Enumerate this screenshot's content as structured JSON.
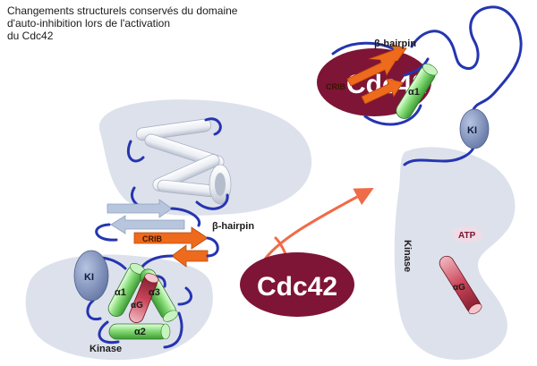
{
  "caption": {
    "line1": "Changements structurels conservés du domaine",
    "line2": "d'auto-inhibition lors de l'activation",
    "line3": "du Cdc42"
  },
  "left": {
    "beta_hairpin": "β-hairpin",
    "crib": "CRIB",
    "ki": "KI",
    "alpha1": "α1",
    "alpha3": "α3",
    "alphaG": "αG",
    "alpha2": "α2",
    "kinase": "Kinase"
  },
  "center": {
    "cdc42": "Cdc42"
  },
  "right": {
    "beta_hairpin": "β-hairpin",
    "cdc42": "Cdc42",
    "crib": "CRIB",
    "alpha1": "α1",
    "ki": "KI",
    "atp": "ATP",
    "kinase": "Kinase",
    "alphaG": "αG"
  },
  "colors": {
    "domain_fill": "#dde1ec",
    "loop_blue": "#2535b0",
    "helix_green": "#7ed870",
    "helix_red": "#c9475b",
    "strand_orange": "#ee6a1c",
    "strand_lightblue": "#b7c6dc",
    "cdc42_fill": "#7e1436",
    "ki_fill": "#7d90bd",
    "arrow_orange": "#f06b47"
  }
}
